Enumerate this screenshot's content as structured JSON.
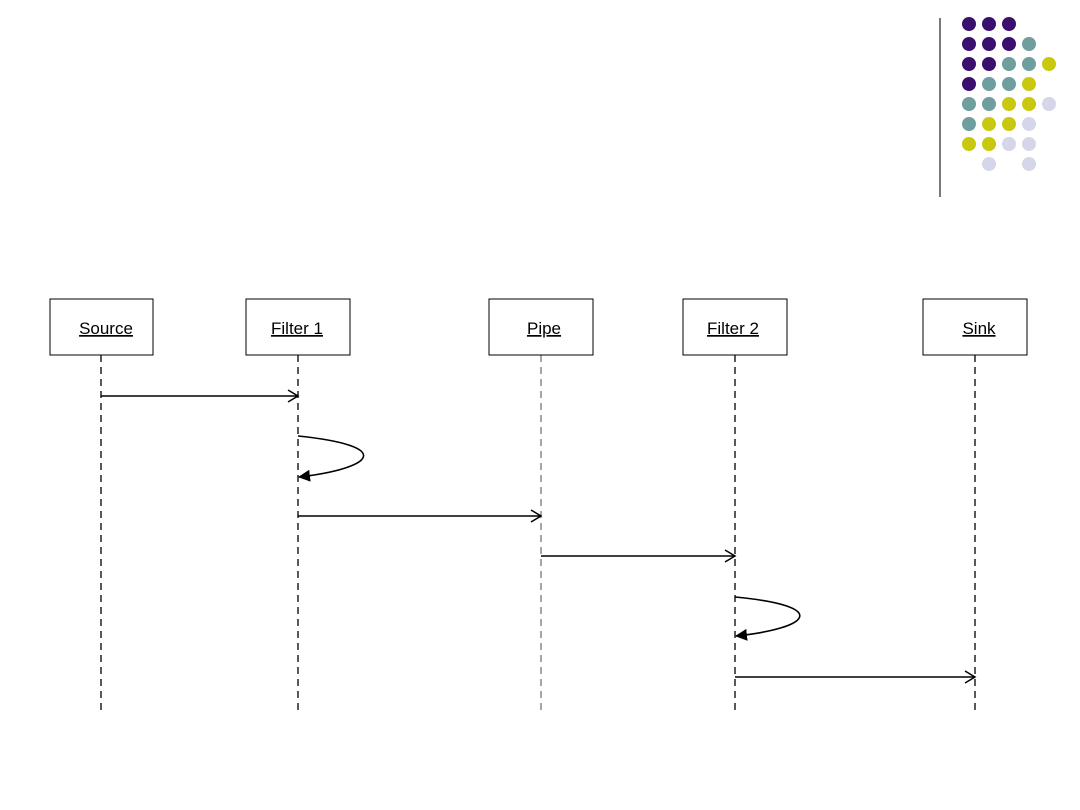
{
  "colors": {
    "purple": "#3a0f6e",
    "teal": "#6e9e9e",
    "yellow": "#c8c80f",
    "lavender": "#d6d6ea",
    "line": "#000000",
    "pipe_line": "#777777"
  },
  "decoration": {
    "dot_rows": [
      [
        "purple",
        "purple",
        "purple",
        "",
        "",
        ""
      ],
      [
        "purple",
        "purple",
        "purple",
        "teal",
        "",
        ""
      ],
      [
        "purple",
        "purple",
        "teal",
        "teal",
        "yellow",
        ""
      ],
      [
        "purple",
        "teal",
        "teal",
        "yellow",
        "",
        ""
      ],
      [
        "teal",
        "teal",
        "yellow",
        "yellow",
        "lavender",
        ""
      ],
      [
        "teal",
        "yellow",
        "yellow",
        "lavender",
        "",
        ""
      ],
      [
        "yellow",
        "yellow",
        "lavender",
        "lavender",
        "",
        ""
      ],
      [
        "",
        "lavender",
        "",
        "lavender",
        "",
        ""
      ]
    ]
  },
  "lifelines": [
    {
      "id": "source",
      "label": "Source"
    },
    {
      "id": "filter1",
      "label": "Filter 1"
    },
    {
      "id": "pipe",
      "label": "Pipe"
    },
    {
      "id": "filter2",
      "label": "Filter 2"
    },
    {
      "id": "sink",
      "label": "Sink"
    }
  ],
  "messages": [
    {
      "from": "source",
      "to": "filter1"
    },
    {
      "from": "filter1",
      "to": "filter1",
      "self": true
    },
    {
      "from": "filter1",
      "to": "pipe"
    },
    {
      "from": "pipe",
      "to": "filter2"
    },
    {
      "from": "filter2",
      "to": "filter2",
      "self": true
    },
    {
      "from": "filter2",
      "to": "sink"
    }
  ]
}
